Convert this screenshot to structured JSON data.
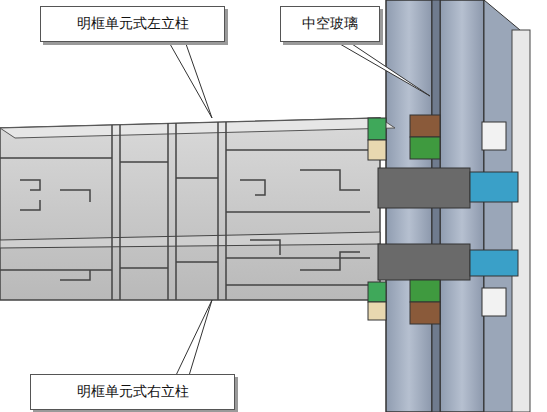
{
  "diagram": {
    "nodes": [
      {
        "text": [
          "明框单元式左立柱"
        ]
      },
      {
        "text": [
          "中空玻璃"
        ]
      },
      {
        "text": [
          "明框单元式右立柱"
        ]
      }
    ]
  }
}
